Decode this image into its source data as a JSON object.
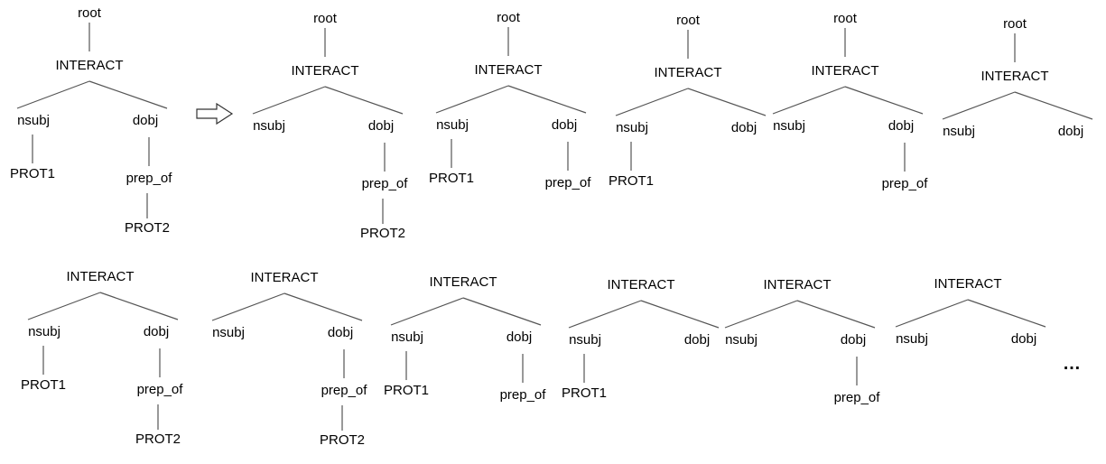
{
  "labels": {
    "root": "root",
    "interact": "INTERACT",
    "nsubj": "nsubj",
    "dobj": "dobj",
    "prot1": "PROT1",
    "prep_of": "prep_of",
    "prot2": "PROT2"
  },
  "transform_arrow_icon": "right-outline-arrow-icon",
  "ellipsis": "…",
  "trees": [
    {
      "role": "source",
      "root": true,
      "prot1": true,
      "prep_of": true,
      "prot2": true
    },
    {
      "role": "variant",
      "root": true,
      "prot1": false,
      "prep_of": true,
      "prot2": true
    },
    {
      "role": "variant",
      "root": true,
      "prot1": true,
      "prep_of": true,
      "prot2": false
    },
    {
      "role": "variant",
      "root": true,
      "prot1": true,
      "prep_of": false,
      "prot2": false
    },
    {
      "role": "variant",
      "root": true,
      "prot1": false,
      "prep_of": true,
      "prot2": false
    },
    {
      "role": "variant",
      "root": true,
      "prot1": false,
      "prep_of": false,
      "prot2": false
    },
    {
      "role": "variant",
      "root": false,
      "prot1": true,
      "prep_of": true,
      "prot2": true
    },
    {
      "role": "variant",
      "root": false,
      "prot1": false,
      "prep_of": true,
      "prot2": true
    },
    {
      "role": "variant",
      "root": false,
      "prot1": true,
      "prep_of": true,
      "prot2": false
    },
    {
      "role": "variant",
      "root": false,
      "prot1": true,
      "prep_of": false,
      "prot2": false
    },
    {
      "role": "variant",
      "root": false,
      "prot1": false,
      "prep_of": true,
      "prot2": false
    },
    {
      "role": "variant",
      "root": false,
      "prot1": false,
      "prep_of": false,
      "prot2": false
    }
  ]
}
